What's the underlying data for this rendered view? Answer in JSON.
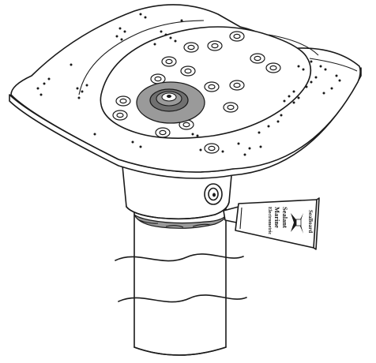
{
  "sealant_tube": {
    "brand": "SeaBoard",
    "line1": "Electrometric",
    "line2": "Marine",
    "line3": "Sealant"
  },
  "colors": {
    "line": "#1a1a1a",
    "seal_gray": "#9a9a9a",
    "seal_dark": "#707070",
    "background": "#ffffff"
  }
}
